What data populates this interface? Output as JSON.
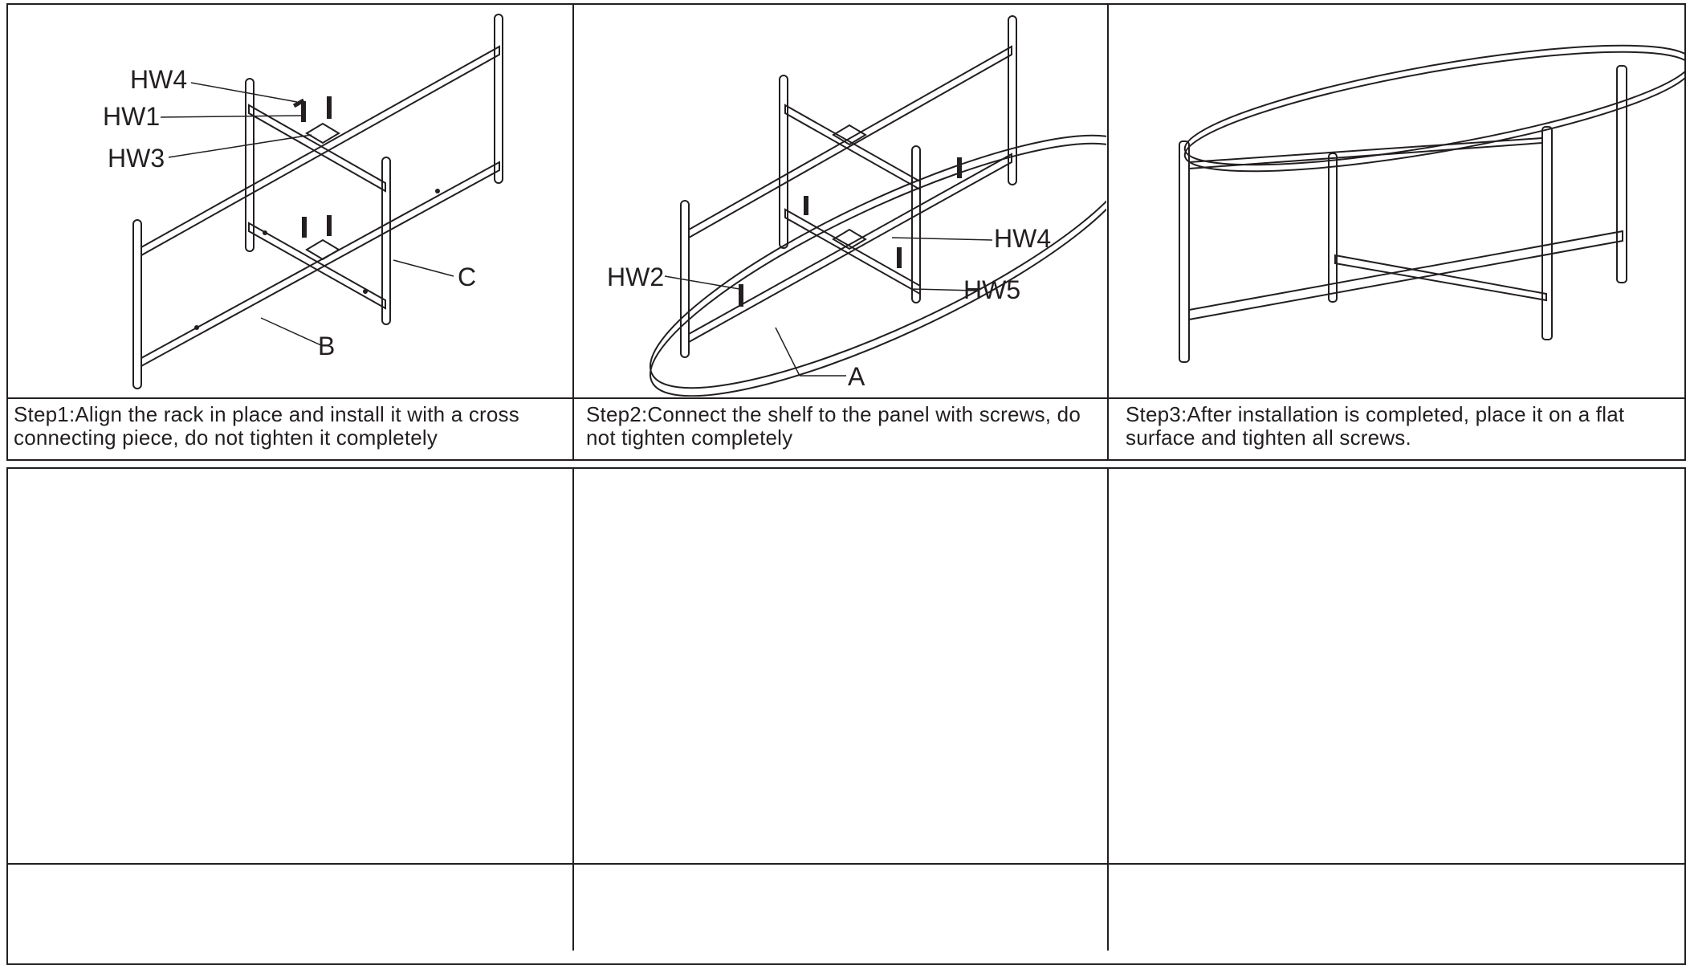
{
  "steps": [
    {
      "caption": "Step1:Align the rack in place and install it with a cross connecting piece, do not tighten it completely",
      "labels": {
        "hw4": "HW4",
        "hw1": "HW1",
        "hw3": "HW3",
        "c": "C",
        "b": "B"
      }
    },
    {
      "caption": "Step2:Connect the shelf to the panel with screws, do not tighten completely",
      "labels": {
        "hw2": "HW2",
        "hw4": "HW4",
        "hw5": "HW5",
        "a": "A"
      }
    },
    {
      "caption": "Step3:After installation is completed, place it on a flat surface and tighten all screws.",
      "labels": {}
    }
  ]
}
